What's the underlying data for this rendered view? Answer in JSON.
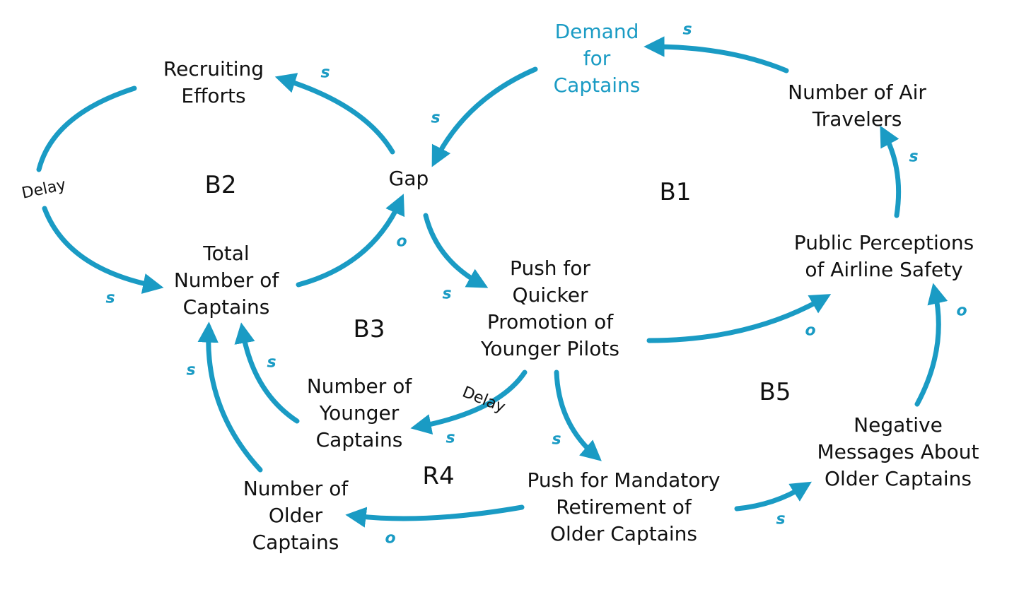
{
  "colors": {
    "arrow": "#1a9bc4",
    "text": "#111111",
    "highlight": "#1a9bc4"
  },
  "nodes": {
    "demand": [
      "Demand",
      "for",
      "Captains"
    ],
    "recruiting": [
      "Recruiting",
      "Efforts"
    ],
    "air_travelers": [
      "Number of Air",
      "Travelers"
    ],
    "gap": [
      "Gap"
    ],
    "total_captains": [
      "Total",
      "Number of",
      "Captains"
    ],
    "public_perceptions": [
      "Public Perceptions",
      "of Airline Safety"
    ],
    "push_promotion": [
      "Push for",
      "Quicker",
      "Promotion of",
      "Younger Pilots"
    ],
    "younger_captains": [
      "Number of",
      "Younger",
      "Captains"
    ],
    "negative_messages": [
      "Negative",
      "Messages About",
      "Older Captains"
    ],
    "older_captains": [
      "Number of",
      "Older",
      "Captains"
    ],
    "push_retirement": [
      "Push for Mandatory",
      "Retirement of",
      "Older Captains"
    ]
  },
  "loops": {
    "b1": "B1",
    "b2": "B2",
    "b3": "B3",
    "r4": "R4",
    "b5": "B5"
  },
  "polarity": {
    "air_to_demand": "s",
    "gap_to_recruiting": "s",
    "demand_to_gap": "s",
    "public_to_air": "s",
    "total_to_gap": "o",
    "recruiting_to_total": "s",
    "gap_to_push": "s",
    "push_to_public": "o",
    "negative_to_public": "o",
    "younger_to_total": "s",
    "older_to_total": "s",
    "push_to_younger": "s",
    "push_to_retirement": "s",
    "retirement_to_negative": "s",
    "retirement_to_older": "o"
  },
  "delays": {
    "recruiting_to_total": "Delay",
    "push_to_younger": "Delay"
  }
}
